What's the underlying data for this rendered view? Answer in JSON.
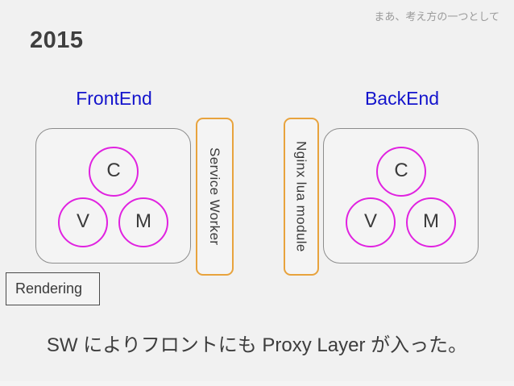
{
  "slide": {
    "kicker": "まあ、考え方の一つとして",
    "title": "2015",
    "caption": "SW によりフロントにも Proxy Layer が入った。",
    "background_color": "#f1f1f1",
    "title_color": "#3f3f3f",
    "kicker_color": "#9a9a9a"
  },
  "diagram": {
    "sections": [
      {
        "label": "FrontEnd",
        "label_color": "#1414cc",
        "circles": [
          {
            "id": "c",
            "label": "C"
          },
          {
            "id": "v",
            "label": "V"
          },
          {
            "id": "m",
            "label": "M"
          }
        ],
        "proxy": {
          "label": "Service Worker",
          "border_color": "#e8a33d"
        }
      },
      {
        "label": "BackEnd",
        "label_color": "#1414cc",
        "circles": [
          {
            "id": "c",
            "label": "C"
          },
          {
            "id": "v",
            "label": "V"
          },
          {
            "id": "m",
            "label": "M"
          }
        ],
        "proxy": {
          "label": "Nginx lua module",
          "border_color": "#e8a33d"
        }
      }
    ],
    "circle_stroke_color": "#e022e0",
    "container_border_color": "#8c8c8c",
    "rendering_box": {
      "label": "Rendering",
      "border_color": "#4a4a4a"
    }
  }
}
